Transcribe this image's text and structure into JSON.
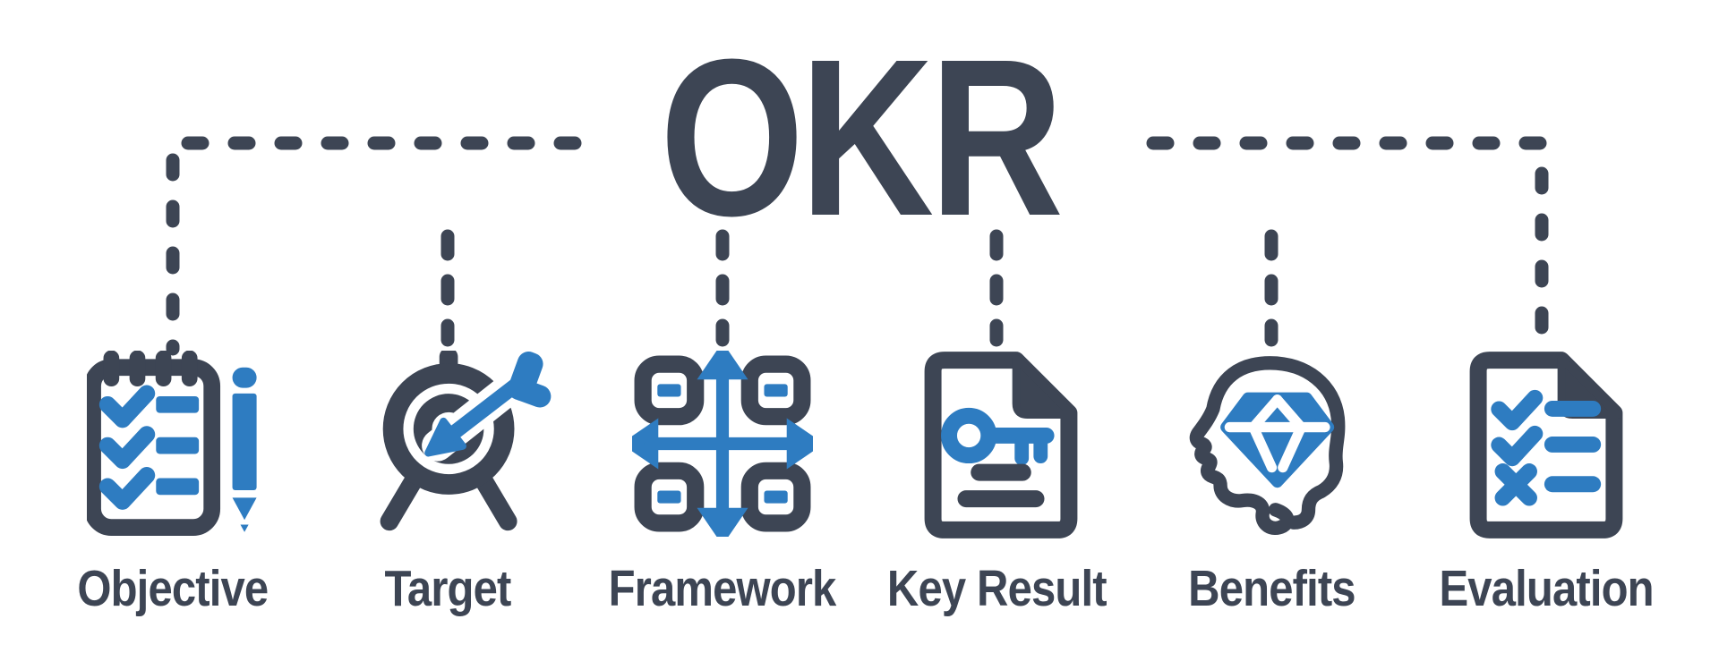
{
  "title": "OKR",
  "colors": {
    "dark": "#3d4554",
    "blue": "#2e7cc1",
    "background": "#ffffff"
  },
  "items": [
    {
      "label": "Objective",
      "icon": "notepad-checklist-icon"
    },
    {
      "label": "Target",
      "icon": "target-arrow-icon"
    },
    {
      "label": "Framework",
      "icon": "framework-grid-arrows-icon"
    },
    {
      "label": "Key Result",
      "icon": "key-document-icon"
    },
    {
      "label": "Benefits",
      "icon": "head-gem-icon"
    },
    {
      "label": "Evaluation",
      "icon": "evaluation-checklist-icon"
    }
  ]
}
